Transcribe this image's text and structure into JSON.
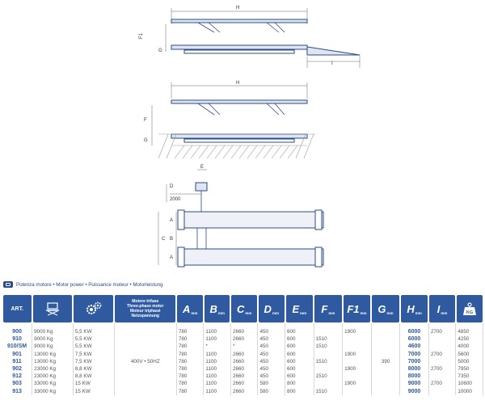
{
  "drawing": {
    "labels": {
      "h_top": "H",
      "f1": "F1",
      "g_top": "G",
      "i": "I",
      "h_mid": "H",
      "f": "F",
      "g_mid": "G",
      "e": "E",
      "d": "D",
      "d_value": "2000",
      "a_upper": "A",
      "c": "C",
      "b": "B",
      "a_lower": "A"
    }
  },
  "legend": {
    "text": "Potenza motore • Motor power • Puissance moteur • Motorleistung"
  },
  "table": {
    "headers": {
      "art": "ART.",
      "motor_lines": [
        "Motore trifase",
        "Three-phase motor",
        "Moteur triphasé",
        "Netzspannung"
      ],
      "letters": [
        "A",
        "B",
        "C",
        "D",
        "E",
        "F",
        "F1",
        "G",
        "H",
        "I"
      ],
      "unit_mm": "mm",
      "weight_unit": "KG"
    },
    "motor_value": "400V • 50HZ",
    "rows": [
      {
        "art": "900",
        "cap": "9000 Kg",
        "power": "5,5 KW",
        "A": "780",
        "B": "1100",
        "C": "2660",
        "D": "450",
        "E": "600",
        "F": "",
        "F1": "1900",
        "G": "",
        "H": "6000",
        "I": "2700",
        "W": "4850"
      },
      {
        "art": "910",
        "cap": "9000 Kg",
        "power": "5,5 KW",
        "A": "780",
        "B": "1100",
        "C": "2660",
        "D": "450",
        "E": "600",
        "F": "1510",
        "F1": "",
        "G": "",
        "H": "6000",
        "I": "",
        "W": "4250"
      },
      {
        "art": "910/SM",
        "cap": "9000 Kg",
        "power": "5,5 KW",
        "A": "780",
        "B": "*",
        "C": "*",
        "D": "450",
        "E": "600",
        "F": "1510",
        "F1": "",
        "G": "",
        "H": "4600",
        "I": "",
        "W": "4000"
      },
      {
        "art": "901",
        "cap": "13000 Kg",
        "power": "7,5 KW",
        "A": "780",
        "B": "1100",
        "C": "2660",
        "D": "450",
        "E": "600",
        "F": "",
        "F1": "1900",
        "G": "",
        "H": "7000",
        "I": "2700",
        "W": "5600"
      },
      {
        "art": "911",
        "cap": "13000 Kg",
        "power": "7,5 KW",
        "A": "780",
        "B": "1100",
        "C": "2660",
        "D": "450",
        "E": "600",
        "F": "1510",
        "F1": "",
        "G": "390",
        "H": "7000",
        "I": "",
        "W": "5000"
      },
      {
        "art": "902",
        "cap": "23000 Kg",
        "power": "8,8 KW",
        "A": "780",
        "B": "1100",
        "C": "2660",
        "D": "450",
        "E": "600",
        "F": "",
        "F1": "1900",
        "G": "",
        "H": "8000",
        "I": "2700",
        "W": "7950"
      },
      {
        "art": "912",
        "cap": "23000 Kg",
        "power": "8,8 KW",
        "A": "780",
        "B": "1100",
        "C": "2660",
        "D": "450",
        "E": "600",
        "F": "1510",
        "F1": "",
        "G": "",
        "H": "8000",
        "I": "",
        "W": "7350"
      },
      {
        "art": "903",
        "cap": "33000 Kg",
        "power": "15 KW",
        "A": "780",
        "B": "1100",
        "C": "2660",
        "D": "580",
        "E": "800",
        "F": "",
        "F1": "1900",
        "G": "",
        "H": "9000",
        "I": "2700",
        "W": "10600"
      },
      {
        "art": "913",
        "cap": "33000 Kg",
        "power": "15 KW",
        "A": "780",
        "B": "1100",
        "C": "2660",
        "D": "580",
        "E": "800",
        "F": "1510",
        "F1": "",
        "G": "",
        "H": "9000",
        "I": "",
        "W": "10000"
      }
    ]
  }
}
